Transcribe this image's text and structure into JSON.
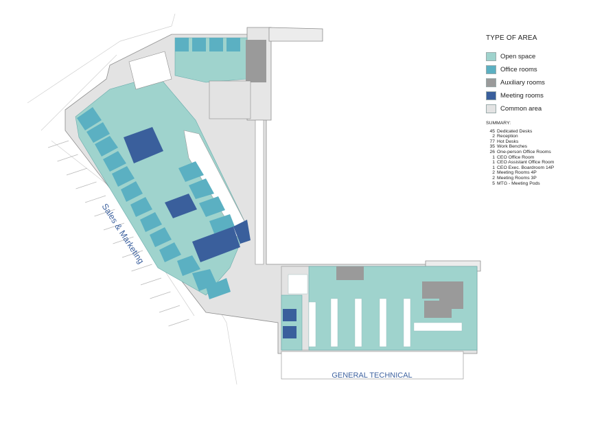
{
  "legend": {
    "title": "TYPE OF AREA",
    "items": [
      {
        "label": "Open space",
        "color": "#9fd3cd"
      },
      {
        "label": "Office rooms",
        "color": "#5bb0c2"
      },
      {
        "label": "Auxiliary rooms",
        "color": "#9a9a9a"
      },
      {
        "label": "Meeting rooms",
        "color": "#3a5f9c"
      },
      {
        "label": "Common area",
        "color": "#e3e3e3"
      }
    ]
  },
  "summary": {
    "title": "SUMMARY:",
    "rows": [
      {
        "count": "45",
        "label": "Dedicated Desks"
      },
      {
        "count": "2",
        "label": "Reception"
      },
      {
        "count": "77",
        "label": "Hot Desks"
      },
      {
        "count": "35",
        "label": "Work Benches"
      },
      {
        "count": "26",
        "label": "One-person Office Rooms"
      },
      {
        "count": "1",
        "label": "CEO Office Room"
      },
      {
        "count": "1",
        "label": "CEO Assistant Office Room"
      },
      {
        "count": "1",
        "label": "CEO Exec. Boardroom 14P"
      },
      {
        "count": "2",
        "label": "Meeting Rooms 4P"
      },
      {
        "count": "2",
        "label": "Meeting Rooms 3P"
      },
      {
        "count": "5",
        "label": "MTG - Meeting Pods"
      }
    ]
  },
  "zones": {
    "sales": "Sales & Marketing",
    "technical": "GENERAL TECHNICAL"
  },
  "colors": {
    "open": "#9fd3cd",
    "office": "#5bb0c2",
    "aux": "#9a9a9a",
    "meeting": "#3a5f9c",
    "common": "#e3e3e3",
    "wall": "#8c8c8c",
    "label": "#3f63a0"
  }
}
